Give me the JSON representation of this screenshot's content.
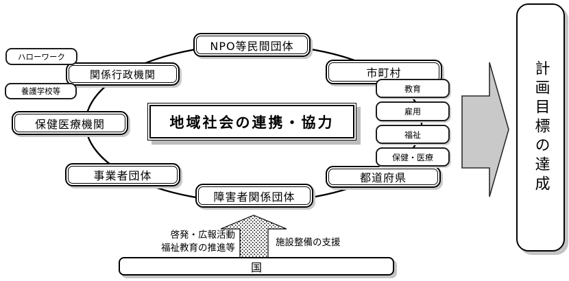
{
  "diagram": {
    "title_center": "地域社会の連携・協力",
    "goal": "計画目標の達成",
    "ellipse_orgs": {
      "npo": "NPO等民間団体",
      "admin_agencies": "関係行政機関",
      "health_medical": "保健医療機関",
      "business_groups": "事業者団体",
      "disability_groups": "障害者関係団体",
      "municipalities": "市町村",
      "prefectures": "都道府県"
    },
    "admin_related": {
      "hellowork": "ハローワーク",
      "special_schools": "養護学校等"
    },
    "municipal_departments": [
      "教育",
      "雇用",
      "福祉",
      "保健・医療"
    ],
    "national_support": {
      "country": "国",
      "left_line1": "啓発・広報活動",
      "left_line2": "福祉教育の推進等",
      "right": "施設整備の支援"
    },
    "colors": {
      "arrow_fill": "#c9c9c9",
      "shadow": "#c4c4c4",
      "stroke": "#000000"
    }
  }
}
